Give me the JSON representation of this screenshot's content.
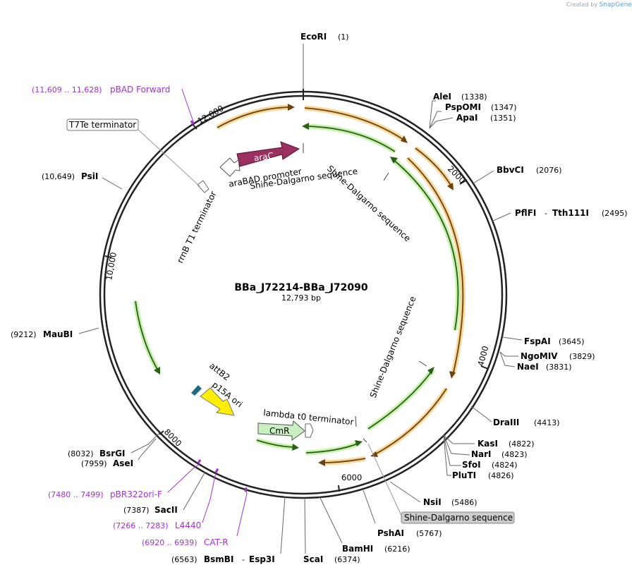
{
  "brand": {
    "prefix": "Created by",
    "name": "SnapGene"
  },
  "plasmid": {
    "name": "BBa_J72214-BBa_J72090",
    "length": "12,793 bp"
  },
  "ticks": [
    "12,000",
    "2000",
    "4000",
    "6000",
    "8000",
    "10,000"
  ],
  "enzymes": [
    {
      "name": "EcoRI",
      "pos": "(1)"
    },
    {
      "name": "AleI",
      "pos": "(1338)"
    },
    {
      "name": "PspOMI",
      "pos": "(1347)"
    },
    {
      "name": "ApaI",
      "pos": "(1351)"
    },
    {
      "name": "BbvCI",
      "pos": "(2076)"
    },
    {
      "name": "PflFI",
      "name2": "Tth111I",
      "pos": "(2495)"
    },
    {
      "name": "FspAI",
      "pos": "(3645)"
    },
    {
      "name": "NgoMIV",
      "pos": "(3829)"
    },
    {
      "name": "NaeI",
      "pos": "(3831)"
    },
    {
      "name": "DraIII",
      "pos": "(4413)"
    },
    {
      "name": "KasI",
      "pos": "(4822)"
    },
    {
      "name": "NarI",
      "pos": "(4823)"
    },
    {
      "name": "SfoI",
      "pos": "(4824)"
    },
    {
      "name": "PluTI",
      "pos": "(4826)"
    },
    {
      "name": "NsiI",
      "pos": "(5486)"
    },
    {
      "name": "PshAI",
      "pos": "(5767)"
    },
    {
      "name": "BamHI",
      "pos": "(6216)"
    },
    {
      "name": "ScaI",
      "pos": "(6374)"
    },
    {
      "name": "BsmBI",
      "name2": "Esp3I",
      "pos": "(6563)"
    },
    {
      "name": "SacII",
      "pos": "(7387)"
    },
    {
      "name": "AseI",
      "pos": "(7959)"
    },
    {
      "name": "BsrGI",
      "pos": "(8032)"
    },
    {
      "name": "MauBI",
      "pos": "(9212)"
    },
    {
      "name": "PsiI",
      "pos": "(10,649)"
    }
  ],
  "primers": [
    {
      "name": "pBAD Forward",
      "pos": "(11,609 .. 11,628)"
    },
    {
      "name": "pBR322ori-F",
      "pos": "(7480 .. 7499)"
    },
    {
      "name": "L4440",
      "pos": "(7266 .. 7283)"
    },
    {
      "name": "CAT-R",
      "pos": "(6920 .. 6939)"
    }
  ],
  "features": {
    "t7te": "T7Te terminator",
    "arac": "araC",
    "arabad": "araBAD promoter",
    "sd1": "Shine-Dalgarno sequence",
    "sd2": "Shine-Dalgarno sequence",
    "sd3": "Shine-Dalgarno sequence",
    "sd4": "Shine-Dalgarno sequence",
    "rrnb": "rrnB T1 terminator",
    "attb2": "attB2",
    "p15a": "p15A ori",
    "lambda": "lambda t0 terminator",
    "cmr": "CmR"
  },
  "colors": {
    "orf": "#f0a030",
    "green": "#3a9a20",
    "arac": "#9a2f60",
    "cmr": "#c8f0c0",
    "ori": "#ffee00",
    "primer": "#a22fd0",
    "attb2": "#1a6a80"
  }
}
